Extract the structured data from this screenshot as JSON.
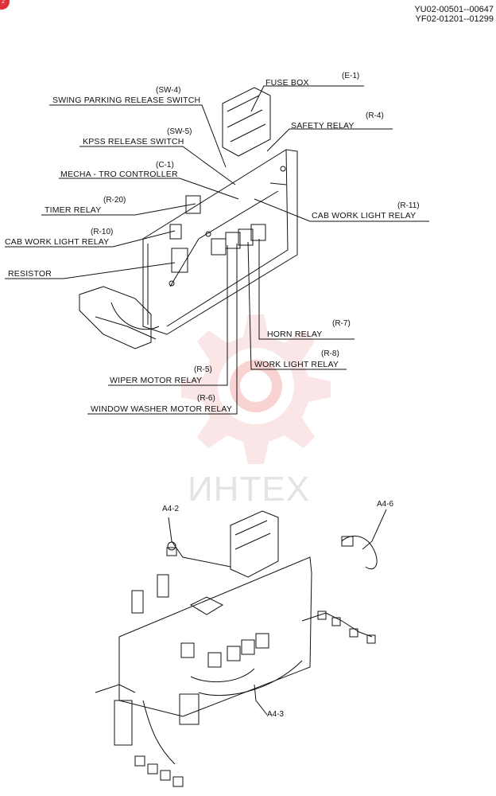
{
  "header": {
    "serial_line_1": "YU02-00501--00647",
    "serial_line_2": "YF02-01201--01299",
    "page_badge": "2"
  },
  "watermark": {
    "text": "ИНТЕХ",
    "color": "#f2b8b8"
  },
  "callouts_top": [
    {
      "code": "(E-1)",
      "label": "FUSE BOX"
    },
    {
      "code": "(SW-4)",
      "label": "SWING PARKING RELEASE SWITCH"
    },
    {
      "code": "(R-4)",
      "label": "SAFETY RELAY"
    },
    {
      "code": "(SW-5)",
      "label": "KPSS RELEASE SWITCH"
    },
    {
      "code": "(C-1)",
      "label": "MECHA - TRO CONTROLLER"
    },
    {
      "code": "(R-20)",
      "label": "TIMER RELAY"
    },
    {
      "code": "(R-11)",
      "label": "CAB WORK LIGHT RELAY"
    },
    {
      "code": "(R-10)",
      "label": "CAB WORK LIGHT RELAY"
    },
    {
      "code": "",
      "label": "RESISTOR"
    },
    {
      "code": "(R-7)",
      "label": "HORN  RELAY"
    },
    {
      "code": "(R-8)",
      "label": "WORK LIGHT  RELAY"
    },
    {
      "code": "(R-5)",
      "label": "WIPER MOTOR RELAY"
    },
    {
      "code": "(R-6)",
      "label": "WINDOW WASHER MOTOR RELAY"
    }
  ],
  "callouts_bottom": [
    {
      "label": "A4-2"
    },
    {
      "label": "A4-6"
    },
    {
      "label": "A4-3"
    }
  ]
}
